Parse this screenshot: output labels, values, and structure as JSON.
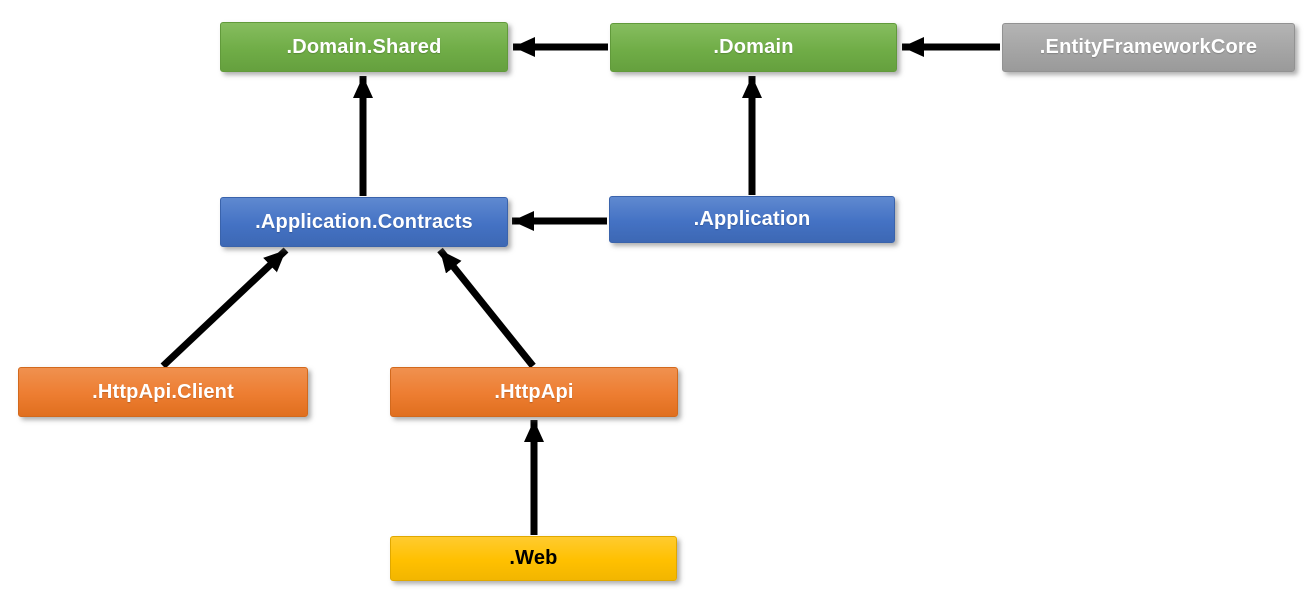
{
  "diagram": {
    "type": "dependency-diagram",
    "arrow_color": "#000000",
    "background_color": "#ffffff"
  },
  "nodes": {
    "domain_shared": {
      "label": ".Domain.Shared",
      "color": "#70ad47",
      "text_color": "#ffffff"
    },
    "domain": {
      "label": ".Domain",
      "color": "#70ad47",
      "text_color": "#ffffff"
    },
    "entity_framework_core": {
      "label": ".EntityFrameworkCore",
      "color": "#a5a5a5",
      "text_color": "#ffffff"
    },
    "application_contracts": {
      "label": ".Application.Contracts",
      "color": "#4472c4",
      "text_color": "#ffffff"
    },
    "application": {
      "label": ".Application",
      "color": "#4472c4",
      "text_color": "#ffffff"
    },
    "httpapi_client": {
      "label": ".HttpApi.Client",
      "color": "#ed7d31",
      "text_color": "#ffffff"
    },
    "httpapi": {
      "label": ".HttpApi",
      "color": "#ed7d31",
      "text_color": "#ffffff"
    },
    "web": {
      "label": ".Web",
      "color": "#ffc000",
      "text_color": "#000000"
    }
  },
  "edges": [
    {
      "from": "domain",
      "to": "domain_shared"
    },
    {
      "from": "entity_framework_core",
      "to": "domain"
    },
    {
      "from": "application_contracts",
      "to": "domain_shared"
    },
    {
      "from": "application",
      "to": "domain"
    },
    {
      "from": "application",
      "to": "application_contracts"
    },
    {
      "from": "httpapi_client",
      "to": "application_contracts"
    },
    {
      "from": "httpapi",
      "to": "application_contracts"
    },
    {
      "from": "web",
      "to": "httpapi"
    }
  ]
}
